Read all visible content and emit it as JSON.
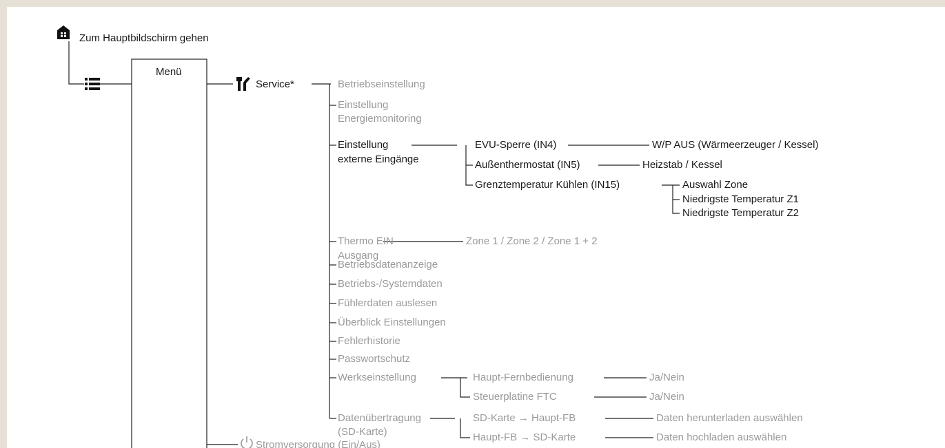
{
  "colors": {
    "active": "#1a1a1a",
    "inactive": "#9a9a9a",
    "frame": "#e6e0d6",
    "lines": "#222222"
  },
  "home": {
    "icon": "home-icon",
    "label": "Zum Hauptbildschirm gehen"
  },
  "menu": {
    "icon": "list-icon",
    "title": "Menü"
  },
  "service": {
    "icon": "tools-icon",
    "label": "Service*",
    "items": {
      "betriebseinstellung": "Betriebseinstellung",
      "energie": [
        "Einstellung",
        "Energiemonitoring"
      ],
      "externe": [
        "Einstellung",
        "externe Eingänge"
      ],
      "evu": "EVU-Sperre (IN4)",
      "evu_result": "W/P AUS (Wärmeerzeuger / Kessel)",
      "aussen": "Außenthermostat (IN5)",
      "aussen_result": "Heizstab / Kessel",
      "grenz": "Grenztemperatur Kühlen (IN15)",
      "grenz_results": [
        "Auswahl Zone",
        "Niedrigste Temperatur Z1",
        "Niedrigste Temperatur Z2"
      ],
      "thermo": [
        "Thermo EIN",
        "Ausgang"
      ],
      "thermo_result": "Zone 1 / Zone 2 / Zone 1 + 2",
      "betriebsdaten": "Betriebsdatenanzeige",
      "systemdaten": "Betriebs-/Systemdaten",
      "fuehler": "Fühlerdaten auslesen",
      "ueberblick": "Überblick Einstellungen",
      "fehler": "Fehlerhistorie",
      "passwort": "Passwortschutz",
      "werk": "Werkseinstellung",
      "werk_sub": [
        "Haupt-Fernbedienung",
        "Steuerplatine FTC"
      ],
      "werk_results": [
        "Ja/Nein",
        "Ja/Nein"
      ],
      "daten": [
        "Datenübertragung",
        "(SD-Karte)"
      ],
      "daten_sub": [
        "SD-Karte → Haupt-FB",
        "Haupt-FB → SD-Karte"
      ],
      "daten_results": [
        "Daten herunterladen auswählen",
        "Daten hochladen auswählen"
      ]
    }
  },
  "strom": {
    "icon": "power-icon",
    "label": "Stromversorgung (Ein/Aus)"
  }
}
